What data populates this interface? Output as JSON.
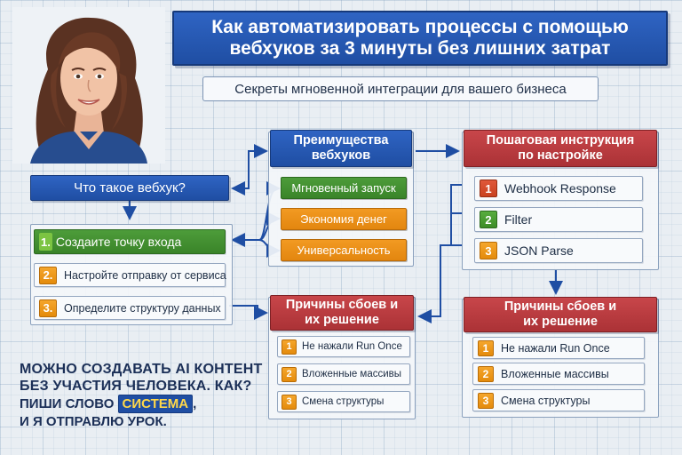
{
  "title": "Как автоматизировать процессы с помощью вебхуков за 3 минуты без лишних затрат",
  "subtitle": "Секреты мгновенной интеграции для вашего бизнеса",
  "what_is": "Что такое вебхук?",
  "setup_steps": [
    {
      "num": "1.",
      "label": "Создаите точку входа"
    },
    {
      "num": "2.",
      "label": "Настройте отправку от сервиса"
    },
    {
      "num": "3.",
      "label": "Определите структуру данных"
    }
  ],
  "advantages": {
    "header": "Преимущества вебхуков",
    "items": [
      "Мгновенный запуск",
      "Экономия денег",
      "Универсальность"
    ]
  },
  "instruction": {
    "header": "Пошаговая инструкция по настройке",
    "items": [
      {
        "num": "1",
        "label": "Webhook Response"
      },
      {
        "num": "2",
        "label": "Filter"
      },
      {
        "num": "3",
        "label": "JSON Parse"
      }
    ]
  },
  "failures_center": {
    "header": "Причины сбоев и их решение",
    "items": [
      {
        "num": "1",
        "label": "Не нажали Run Once"
      },
      {
        "num": "2",
        "label": "Вложенные массивы"
      },
      {
        "num": "3",
        "label": "Смена структуры"
      }
    ]
  },
  "failures_right": {
    "header": "Причины сбоев и их решение",
    "items": [
      {
        "num": "1",
        "label": "Не нажали Run Once"
      },
      {
        "num": "2",
        "label": "Вложенные массивы"
      },
      {
        "num": "3",
        "label": "Смена структуры"
      }
    ]
  },
  "cta": {
    "line1": "МОЖНО СОЗДАВАТЬ AI КОНТЕНТ",
    "line2": "БЕЗ УЧАСТИЯ ЧЕЛОВЕКА. КАК?",
    "line3_prefix": "ПИШИ СЛОВО",
    "keyword": "СИСТЕМА",
    "line3_suffix": ",",
    "line4": "И Я ОТПРАВЛЮ УРОК."
  },
  "colors": {
    "blue": "#1f4ea3",
    "red": "#ab3236",
    "green": "#3a8429",
    "orange": "#e3860f",
    "yellow": "#ffd84a"
  }
}
